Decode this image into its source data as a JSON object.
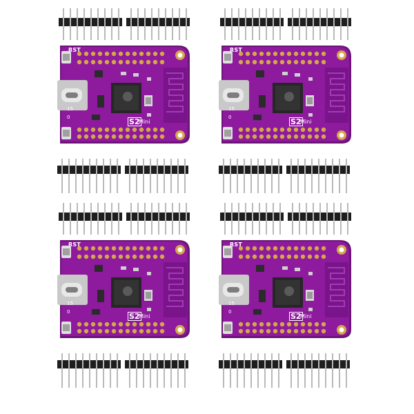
{
  "scene": {
    "description_visible_text": true,
    "board": {
      "rst_label": "RST",
      "model_label": "S2",
      "variant_label": "Mini",
      "side_labels": [
        "15",
        "0"
      ],
      "pcb_color": "#8e1a9e",
      "pcb_edge_color": "#6c1478",
      "pad_color": "#d4a84a",
      "chip_color": "#2b2b2b",
      "header_plastic_color": "#1e1e1e",
      "header_pin_color": "#b9b9b9",
      "usb_color": "#d7d7d7"
    },
    "kits": [
      {
        "id": 1
      },
      {
        "id": 2
      },
      {
        "id": 3
      },
      {
        "id": 4
      }
    ]
  }
}
